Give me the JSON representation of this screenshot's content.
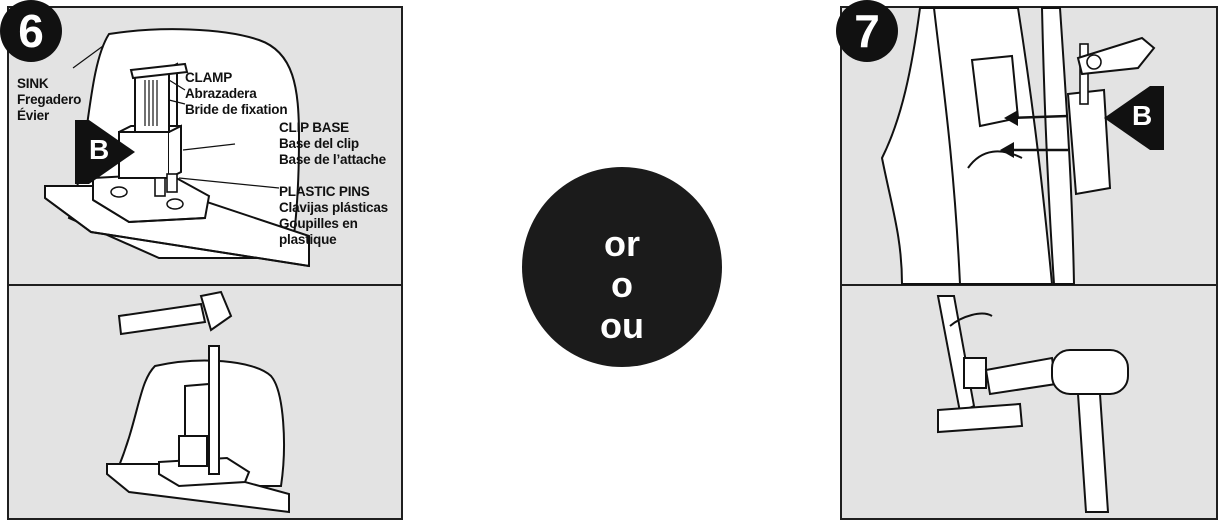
{
  "step6": {
    "number": "6",
    "labels": {
      "sink": [
        "SINK",
        "Fregadero",
        "Évier"
      ],
      "clamp": [
        "CLAMP",
        "Abrazadera",
        "Bride de fixation"
      ],
      "clip_base": [
        "CLIP BASE",
        "Base del clip",
        "Base de l’attache"
      ],
      "plastic_pins": [
        "PLASTIC PINS",
        "Clavijas plásticas",
        "Goupilles en",
        "plastique"
      ]
    },
    "marker": "B"
  },
  "separator": {
    "lines": [
      "or",
      "o",
      "ou"
    ]
  },
  "step7": {
    "number": "7",
    "marker": "B"
  },
  "colors": {
    "panel": "#e3e3e3",
    "ink": "#111111",
    "paper": "#ffffff"
  }
}
